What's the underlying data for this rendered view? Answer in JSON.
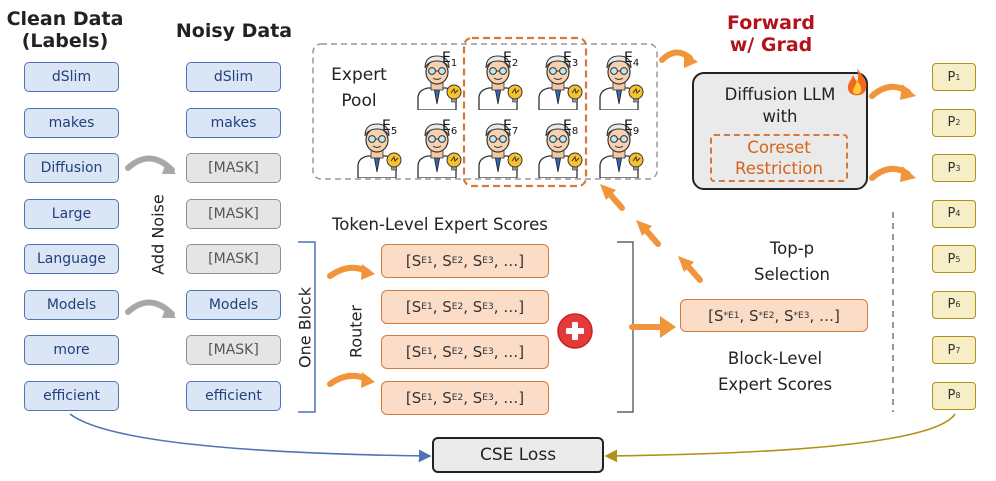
{
  "headings": {
    "clean": "Clean Data\n(Labels)",
    "noisy": "Noisy Data",
    "forward": "Forward\nw/ Grad"
  },
  "clean_tokens": [
    "dSlim",
    "makes",
    "Diffusion",
    "Large",
    "Language",
    "Models",
    "more",
    "efficient"
  ],
  "noisy_tokens": [
    {
      "text": "dSlim",
      "masked": false
    },
    {
      "text": "makes",
      "masked": false
    },
    {
      "text": "[MASK]",
      "masked": true
    },
    {
      "text": "[MASK]",
      "masked": true
    },
    {
      "text": "[MASK]",
      "masked": true
    },
    {
      "text": "Models",
      "masked": false
    },
    {
      "text": "[MASK]",
      "masked": true
    },
    {
      "text": "efficient",
      "masked": false
    }
  ],
  "labels": {
    "add_noise": "Add Noise",
    "one_block": "One Block",
    "router": "Router",
    "expert_pool": "Expert\nPool",
    "token_scores": "Token-Level Expert Scores",
    "top_p": "Top-p\nSelection",
    "block_scores": "Block-Level\nExpert Scores",
    "diffusion_llm": "Diffusion LLM\nwith",
    "coreset": "Coreset\nRestriction",
    "loss": "CSE Loss"
  },
  "experts": [
    "E1",
    "E2",
    "E3",
    "E4",
    "E5",
    "E6",
    "E7",
    "E8",
    "E9"
  ],
  "token_score_text": "[S_E1, S_E2, S_E3, …]",
  "block_score_text": "[S*_E1, S*_E2, S*_E3, …]",
  "outputs": [
    "P1",
    "P2",
    "P3",
    "P4",
    "P5",
    "P6",
    "P7",
    "P8"
  ],
  "colors": {
    "blue_fill": "#dae5f6",
    "blue_border": "#4f74b3",
    "orange": "#f0953a",
    "orange_border": "#d67a3c",
    "yellow_fill": "#f6eec6",
    "yellow_border": "#b29117",
    "red_title": "#b3141b"
  }
}
